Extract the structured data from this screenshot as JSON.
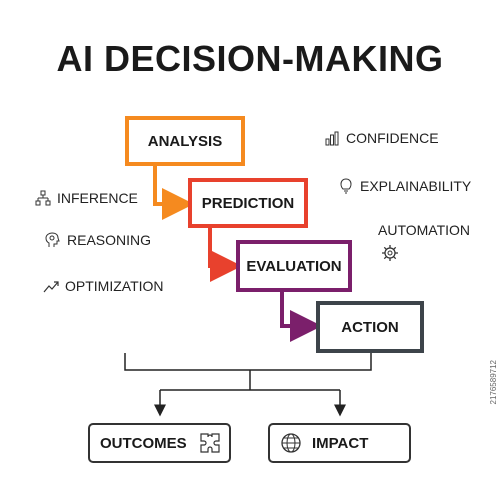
{
  "title": "AI DECISION-MAKING",
  "steps": [
    {
      "label": "ANALYSIS",
      "color": "#f58a1f"
    },
    {
      "label": "PREDICTION",
      "color": "#e8412d"
    },
    {
      "label": "EVALUATION",
      "color": "#7b1f6b"
    },
    {
      "label": "ACTION",
      "color": "#3d444a"
    }
  ],
  "left_labels": [
    {
      "label": "INFERENCE",
      "icon": "hierarchy-icon"
    },
    {
      "label": "REASONING",
      "icon": "brain-head-icon"
    },
    {
      "label": "OPTIMIZATION",
      "icon": "trend-up-icon"
    }
  ],
  "right_labels": [
    {
      "label": "CONFIDENCE",
      "icon": "bar-chart-icon"
    },
    {
      "label": "EXPLAINABILITY",
      "icon": "lightbulb-icon"
    },
    {
      "label": "AUTOMATION",
      "icon": "gear-icon"
    }
  ],
  "outputs": [
    {
      "label": "OUTCOMES",
      "icon": "puzzle-icon"
    },
    {
      "label": "IMPACT",
      "icon": "globe-icon"
    }
  ],
  "watermark": "2176589712"
}
